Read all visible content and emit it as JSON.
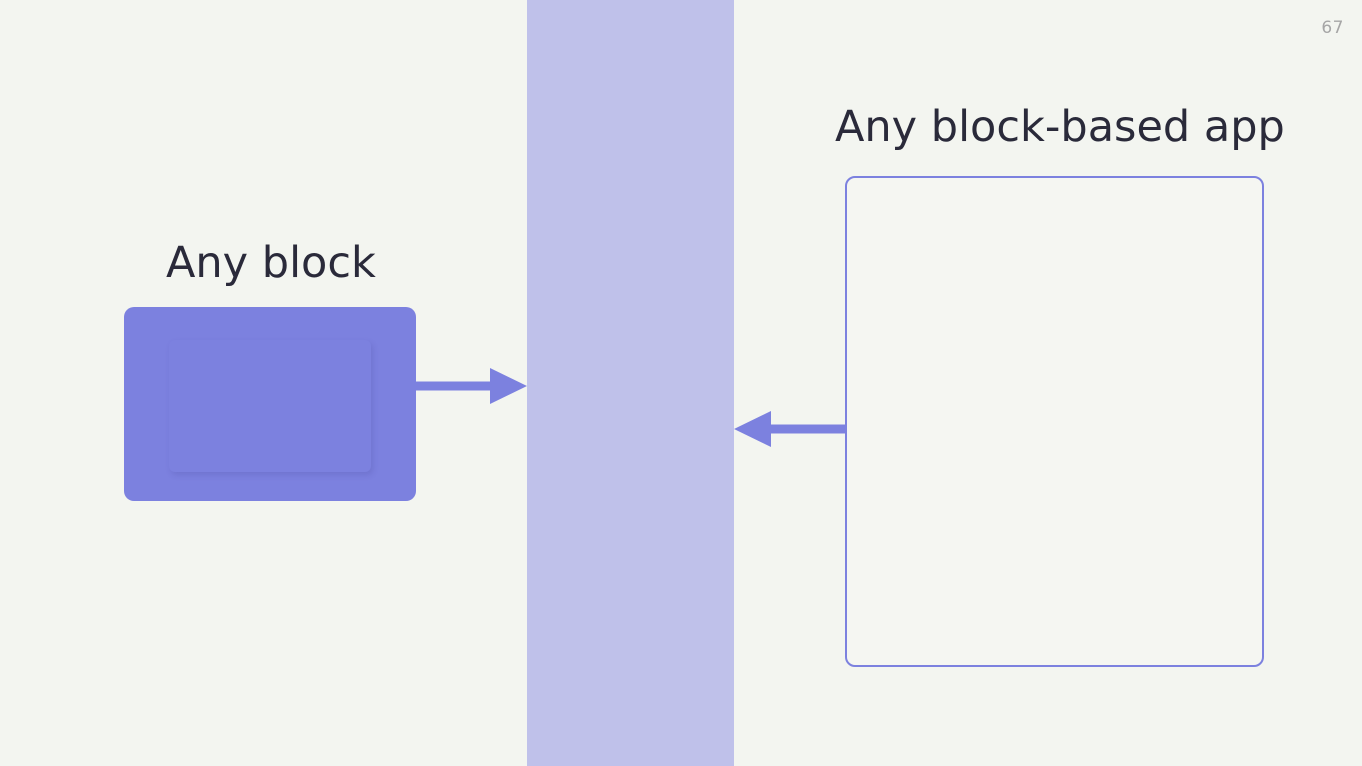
{
  "slide": {
    "number": "67",
    "background_color": "#f3f5f0",
    "number_color": "#a6a6a6",
    "text_color": "#2a2a3a"
  },
  "diagram": {
    "block_label": "Any block",
    "app_label": "Any block-based app",
    "accent_color": "#7c81df",
    "band_color": "#bfc1ea",
    "app_frame_fill": "#f5f6f2"
  }
}
